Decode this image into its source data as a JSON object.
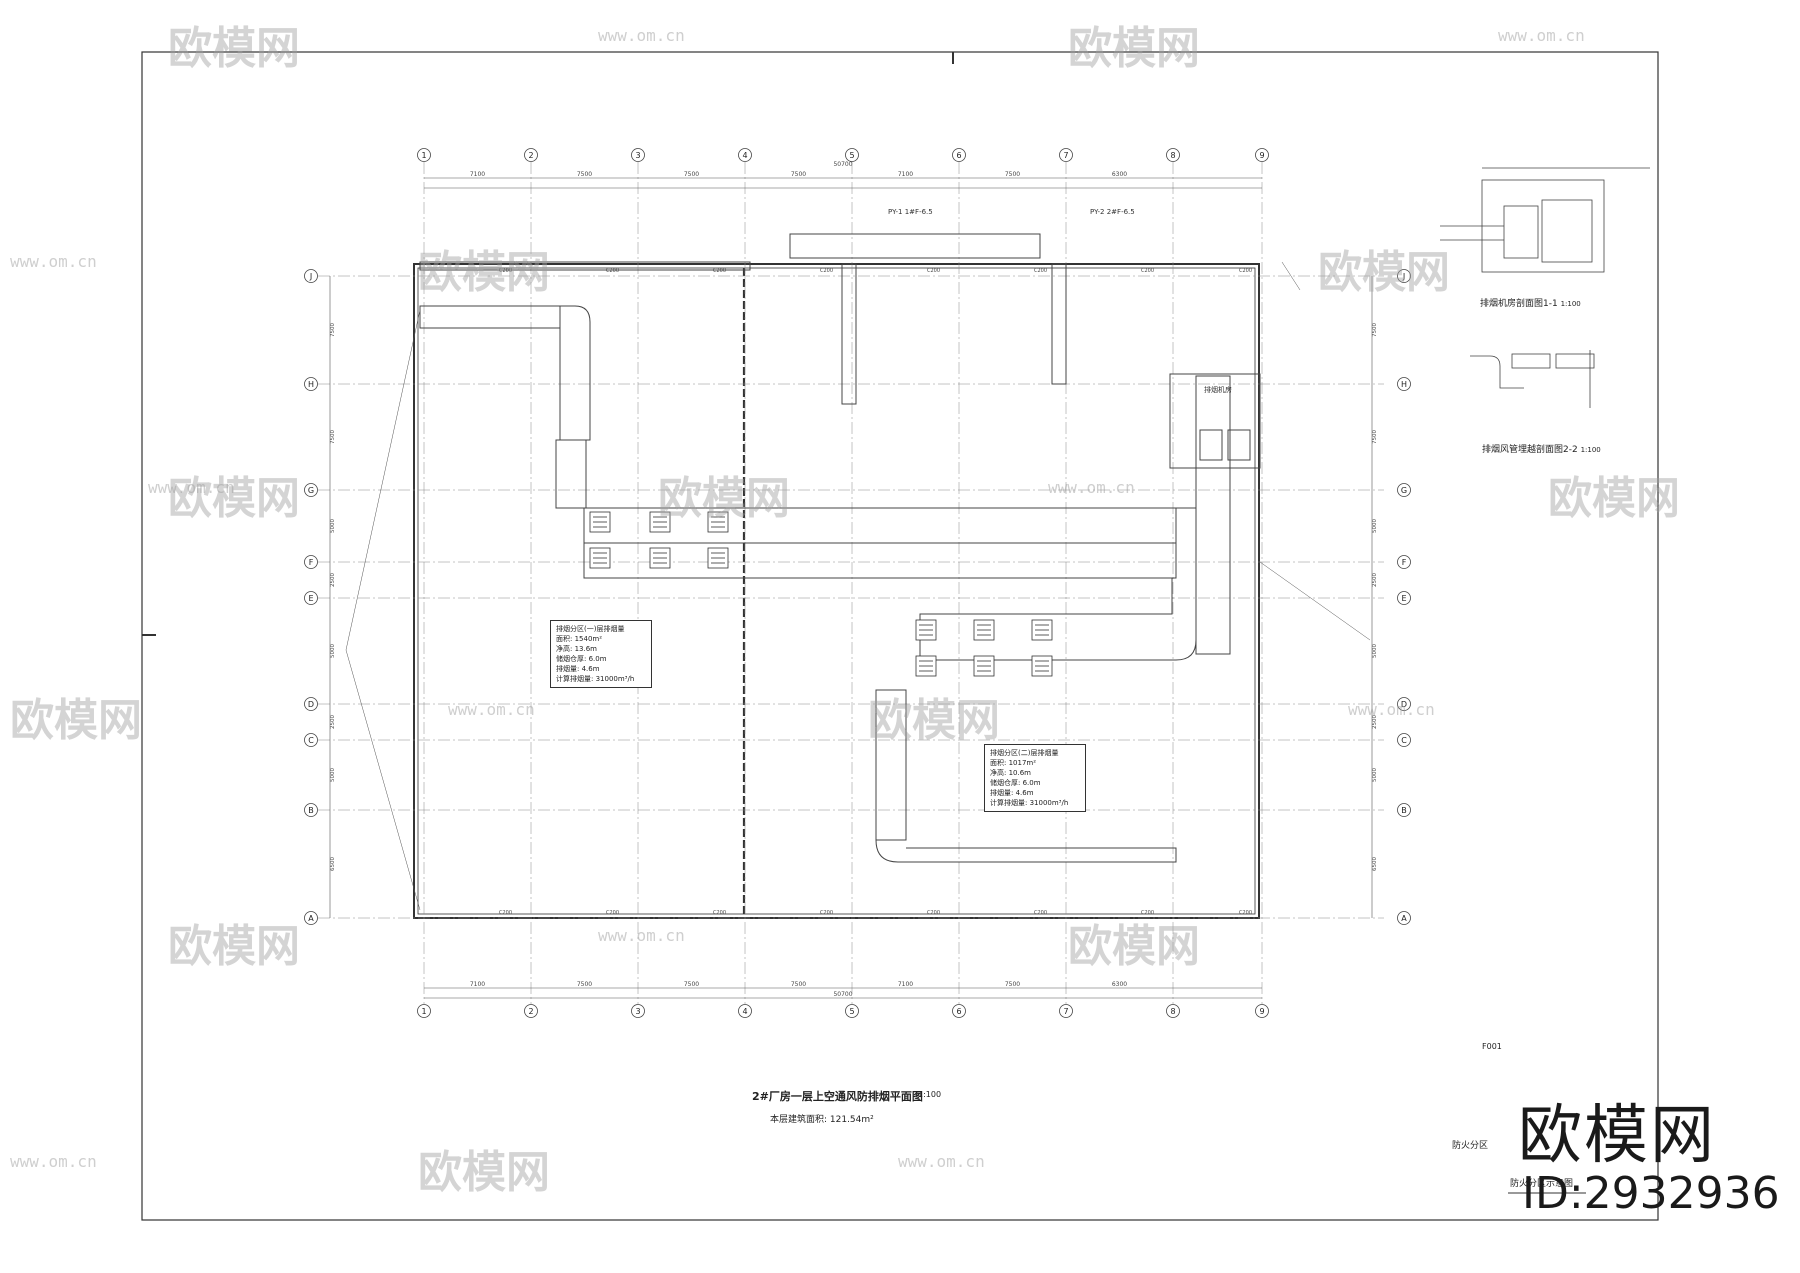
{
  "drawing": {
    "title": "2#厂房一层上空通风防排烟平面图",
    "scale": "1:100",
    "area_note": "本层建筑面积: 121.54m²",
    "sheet_code": "F001",
    "grid_columns": [
      "1",
      "2",
      "3",
      "4",
      "5",
      "6",
      "7",
      "8",
      "9"
    ],
    "grid_rows": [
      "J",
      "H",
      "G",
      "F",
      "E",
      "D",
      "C",
      "B",
      "A"
    ],
    "column_spacings": [
      "7100",
      "7500",
      "7500",
      "7500",
      "7100",
      "7500",
      "6300"
    ],
    "overall_dimension": "50700",
    "row_spacings": [
      "7500",
      "7500",
      "5000",
      "2500",
      "5000",
      "2500",
      "5000",
      "6500"
    ],
    "column_tag": "C200"
  },
  "sections": {
    "section_1_title": "排烟机房剖面图1-1",
    "section_1_scale": "1:100",
    "section_2_title": "排烟风管埋越剖面图2-2",
    "section_2_scale": "1:100"
  },
  "legend": {
    "label_a": "防火分区",
    "label_b": "防火分区示意图"
  },
  "notes": {
    "box1_lines": [
      "排烟分区(一)层排烟量",
      "面积: 1540m²",
      "净高: 13.6m",
      "储烟仓厚: 6.0m",
      "排烟量: 4.6m",
      "计算排烟量: 31000m³/h"
    ],
    "box2_lines": [
      "排烟分区(二)层排烟量",
      "面积: 1017m²",
      "净高: 10.6m",
      "储烟仓厚: 6.0m",
      "排烟量: 4.6m",
      "计算排烟量: 31000m³/h"
    ],
    "top_tag1": "PY-1 1#F-6.5",
    "top_tag2": "PY-2 2#F-6.5",
    "room_tag": "排烟机房"
  },
  "branding": {
    "logo_text": "欧模网",
    "id_text": "ID:2932936",
    "watermark_text": "欧模网",
    "watermark_url": "www.om.cn"
  }
}
